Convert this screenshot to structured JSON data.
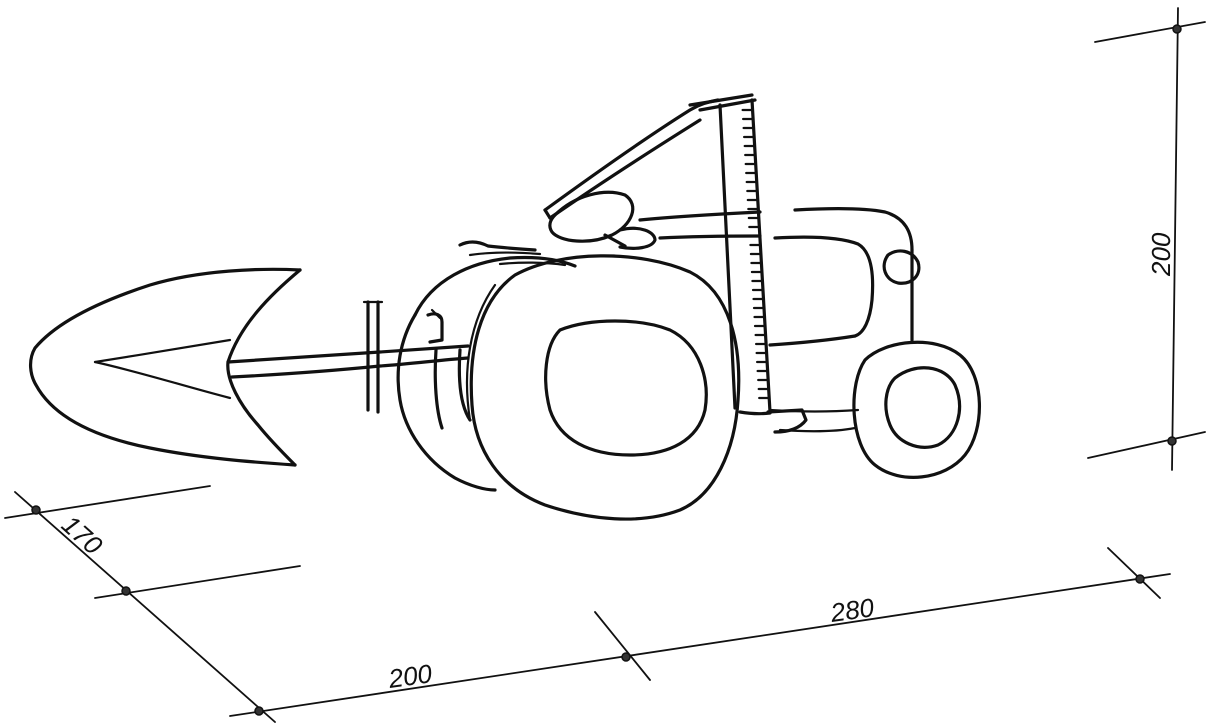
{
  "dimensions": {
    "depth": "170",
    "length_front": "200",
    "length_rear": "280",
    "height": "200"
  },
  "colors": {
    "ink": "#111111",
    "background": "#ffffff"
  }
}
